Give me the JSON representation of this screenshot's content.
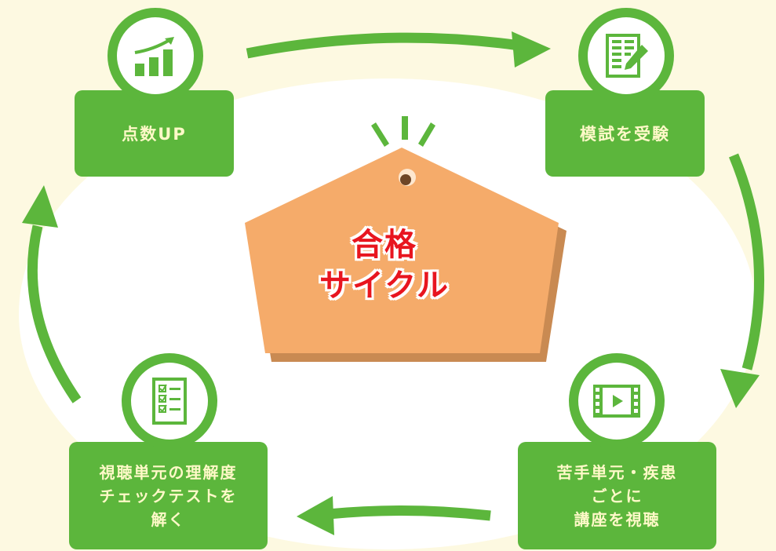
{
  "center": {
    "line1": "合格",
    "line2": "サイクル"
  },
  "steps": {
    "score_up": {
      "label": "点数UP",
      "icon": "chart-up-icon"
    },
    "mock_exam": {
      "label": "模試を受験",
      "icon": "document-pen-icon"
    },
    "watch_lectures": {
      "line1": "苦手単元・疾患",
      "line2": "ごとに",
      "line3": "講座を視聴",
      "icon": "video-icon"
    },
    "check_test": {
      "line1": "視聴単元の理解度",
      "line2": "チェックテストを",
      "line3": "解く",
      "icon": "checklist-icon"
    }
  },
  "colors": {
    "green": "#5cb63c",
    "background": "#fdf9e1",
    "ema": "#f5ab6a",
    "ema_shadow": "#c98a52",
    "title_red": "#e8151f",
    "label_yellow": "#fff9c8"
  }
}
